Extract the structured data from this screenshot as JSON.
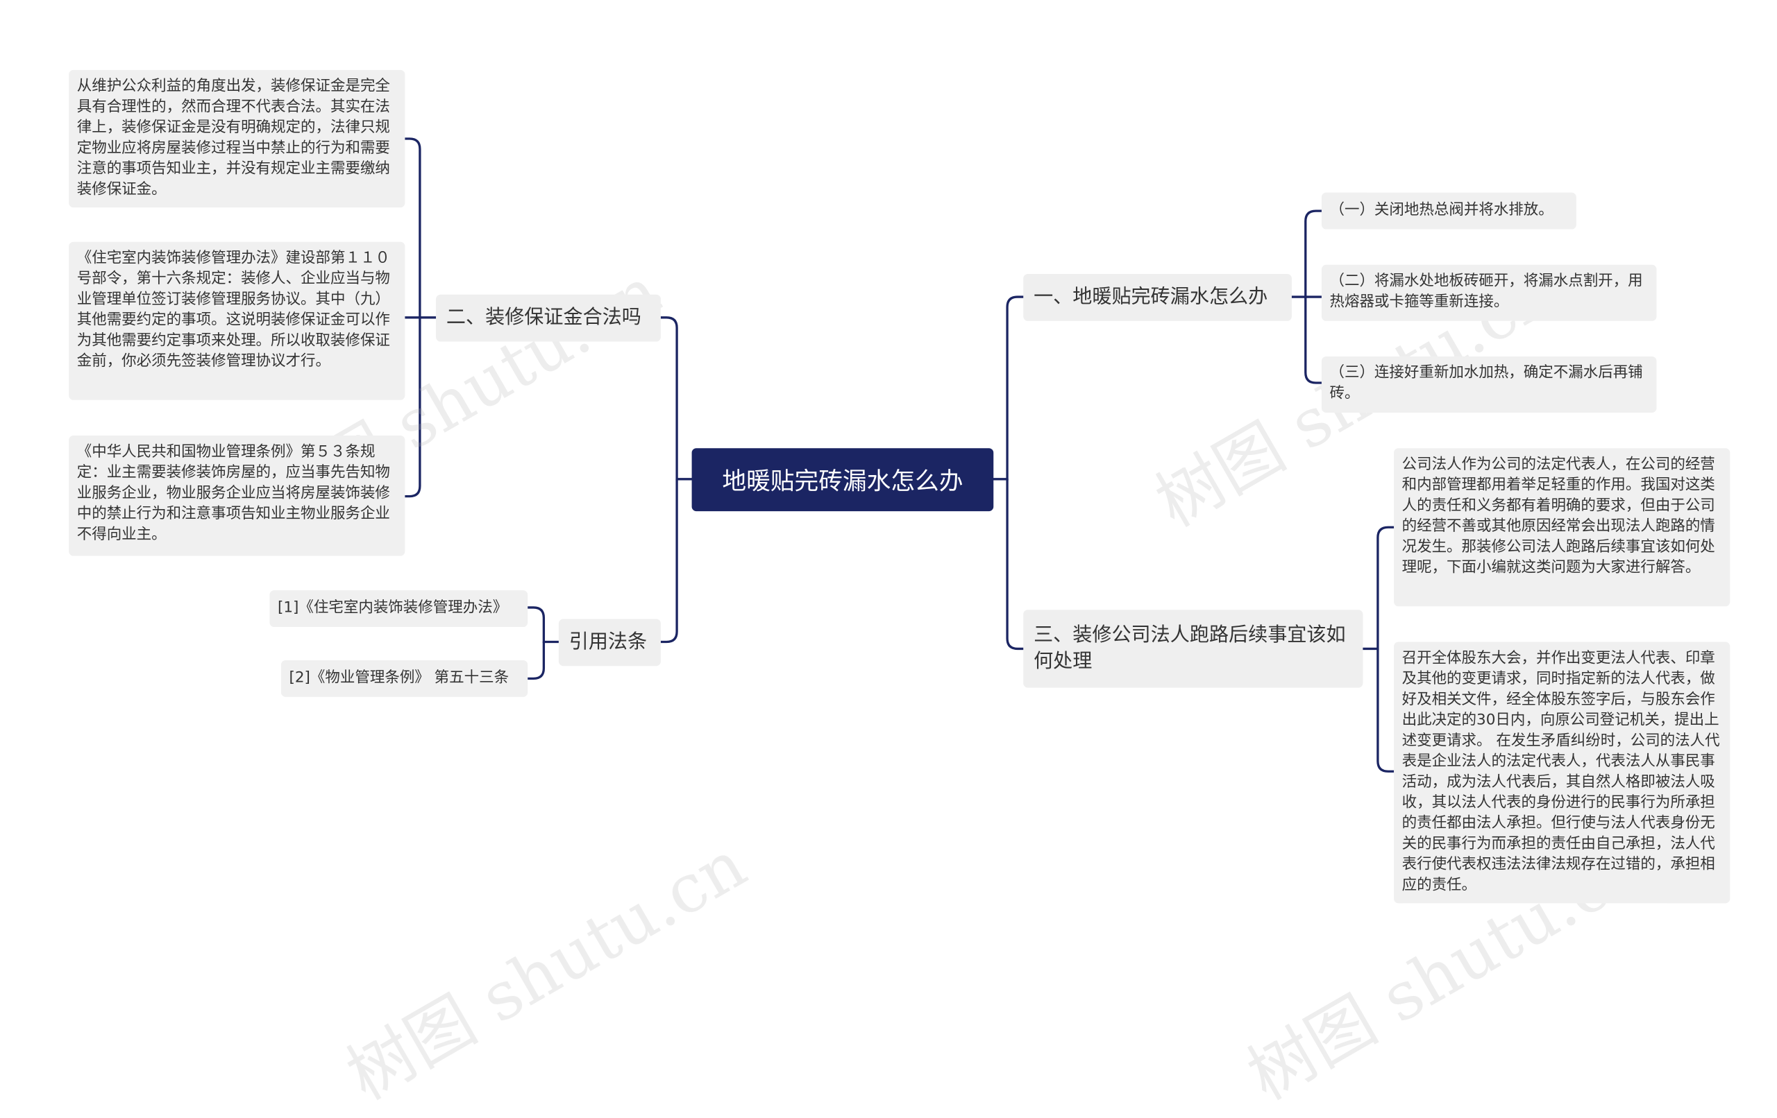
{
  "root": {
    "label": "地暖贴完砖漏水怎么办"
  },
  "branches": {
    "b1": {
      "label": "一、地暖贴完砖漏水怎么办",
      "children": [
        "（一）关闭地热总阀并将水排放。",
        "（二）将漏水处地板砖砸开，将漏水点割开，用热熔器或卡箍等重新连接。",
        "（三）连接好重新加水加热，确定不漏水后再铺砖。"
      ]
    },
    "b2": {
      "label": "二、装修保证金合法吗",
      "children": [
        "从维护公众利益的角度出发，装修保证金是完全具有合理性的，然而合理不代表合法。其实在法律上，装修保证金是没有明确规定的，法律只规定物业应将房屋装修过程当中禁止的行为和需要注意的事项告知业主，并没有规定业主需要缴纳装修保证金。",
        "《住宅室内装饰装修管理办法》建设部第１１０号部令，第十六条规定：装修人、企业应当与物业管理单位签订装修管理服务协议。其中（九）其他需要约定的事项。这说明装修保证金可以作为其他需要约定事项来处理。所以收取装修保证金前，你必须先签装修管理协议才行。",
        "《中华人民共和国物业管理条例》第５３条规定：业主需要装修装饰房屋的，应当事先告知物业服务企业，物业服务企业应当将房屋装饰装修中的禁止行为和注意事项告知业主物业服务企业不得向业主。"
      ]
    },
    "b3": {
      "label": "三、装修公司法人跑路后续事宜该如何处理",
      "children": [
        "公司法人作为公司的法定代表人，在公司的经营和内部管理都用着举足轻重的作用。我国对这类人的责任和义务都有着明确的要求，但由于公司的经营不善或其他原因经常会出现法人跑路的情况发生。那装修公司法人跑路后续事宜该如何处理呢，下面小编就这类问题为大家进行解答。",
        "召开全体股东大会，并作出变更法人代表、印章及其他的变更请求，同时指定新的法人代表，做好及相关文件，经全体股东签字后，与股东会作出此决定的30日内，向原公司登记机关，提出上述变更请求。 在发生矛盾纠纷时，公司的法人代表是企业法人的法定代表人，代表法人从事民事活动，成为法人代表后，其自然人格即被法人吸收，其以法人代表的身份进行的民事行为所承担的责任都由法人承担。但行使与法人代表身份无关的民事行为而承担的责任由自己承担，法人代表行使代表权违法法律法规存在过错的，承担相应的责任。"
      ]
    },
    "b4": {
      "label": "引用法条",
      "children": [
        "[1]《住宅室内装饰装修管理办法》",
        "[2]《物业管理条例》 第五十三条"
      ]
    }
  },
  "watermark": "树图 shutu.cn",
  "colors": {
    "root_bg": "#1b2563",
    "edge": "#1b2563",
    "node_bg": "#efefef"
  }
}
